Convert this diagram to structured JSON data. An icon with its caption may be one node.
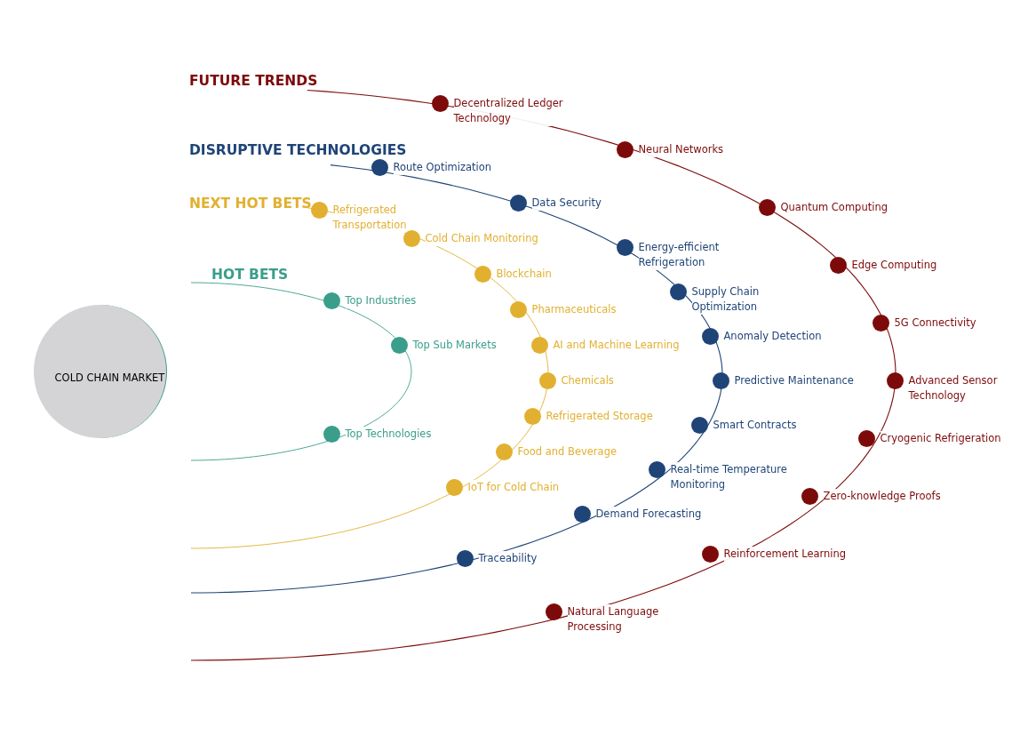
{
  "diagram": {
    "nodes": [
      {
        "text": [
          "COLD CHAIN MARKET"
        ]
      },
      {
        "text": [
          "Top Industries"
        ]
      },
      {
        "text": [
          "Top Sub Markets"
        ]
      },
      {
        "text": [
          "Top Technologies"
        ]
      },
      {
        "text": [
          "Refrigerated Transportation"
        ]
      },
      {
        "text": [
          "Cold Chain Monitoring"
        ]
      },
      {
        "text": [
          "Blockchain"
        ]
      },
      {
        "text": [
          "Pharmaceuticals"
        ]
      },
      {
        "text": [
          "AI and Machine Learning"
        ]
      },
      {
        "text": [
          "Chemicals"
        ]
      },
      {
        "text": [
          "Refrigerated Storage"
        ]
      },
      {
        "text": [
          "Food and Beverage"
        ]
      },
      {
        "text": [
          "IoT for Cold Chain"
        ]
      },
      {
        "text": [
          "Route Optimization"
        ]
      },
      {
        "text": [
          "Data Security"
        ]
      },
      {
        "text": [
          "Energy-efficient Refrigeration"
        ]
      },
      {
        "text": [
          "Supply Chain Optimization"
        ]
      },
      {
        "text": [
          "Anomaly Detection"
        ]
      },
      {
        "text": [
          "Predictive Maintenance"
        ]
      },
      {
        "text": [
          "Smart Contracts"
        ]
      },
      {
        "text": [
          "Real-time Temperature Monitoring"
        ]
      },
      {
        "text": [
          "Demand Forecasting"
        ]
      },
      {
        "text": [
          "Traceability"
        ]
      },
      {
        "text": [
          "Decentralized Ledger Technology"
        ]
      },
      {
        "text": [
          "Neural Networks"
        ]
      },
      {
        "text": [
          "Quantum Computing"
        ]
      },
      {
        "text": [
          "Edge Computing"
        ]
      },
      {
        "text": [
          "5G Connectivity"
        ]
      },
      {
        "text": [
          "Advanced Sensor Technology"
        ]
      },
      {
        "text": [
          "Cryogenic Refrigeration"
        ]
      },
      {
        "text": [
          "Zero-knowledge Proofs"
        ]
      },
      {
        "text": [
          "Reinforcement Learning"
        ]
      },
      {
        "text": [
          "Natural Language Processing"
        ]
      }
    ],
    "edges": [],
    "labels": [
      "FUTURE TRENDS",
      "DISRUPTIVE TECHNOLOGIES",
      "NEXT HOT BETS",
      "HOT BETS"
    ]
  }
}
